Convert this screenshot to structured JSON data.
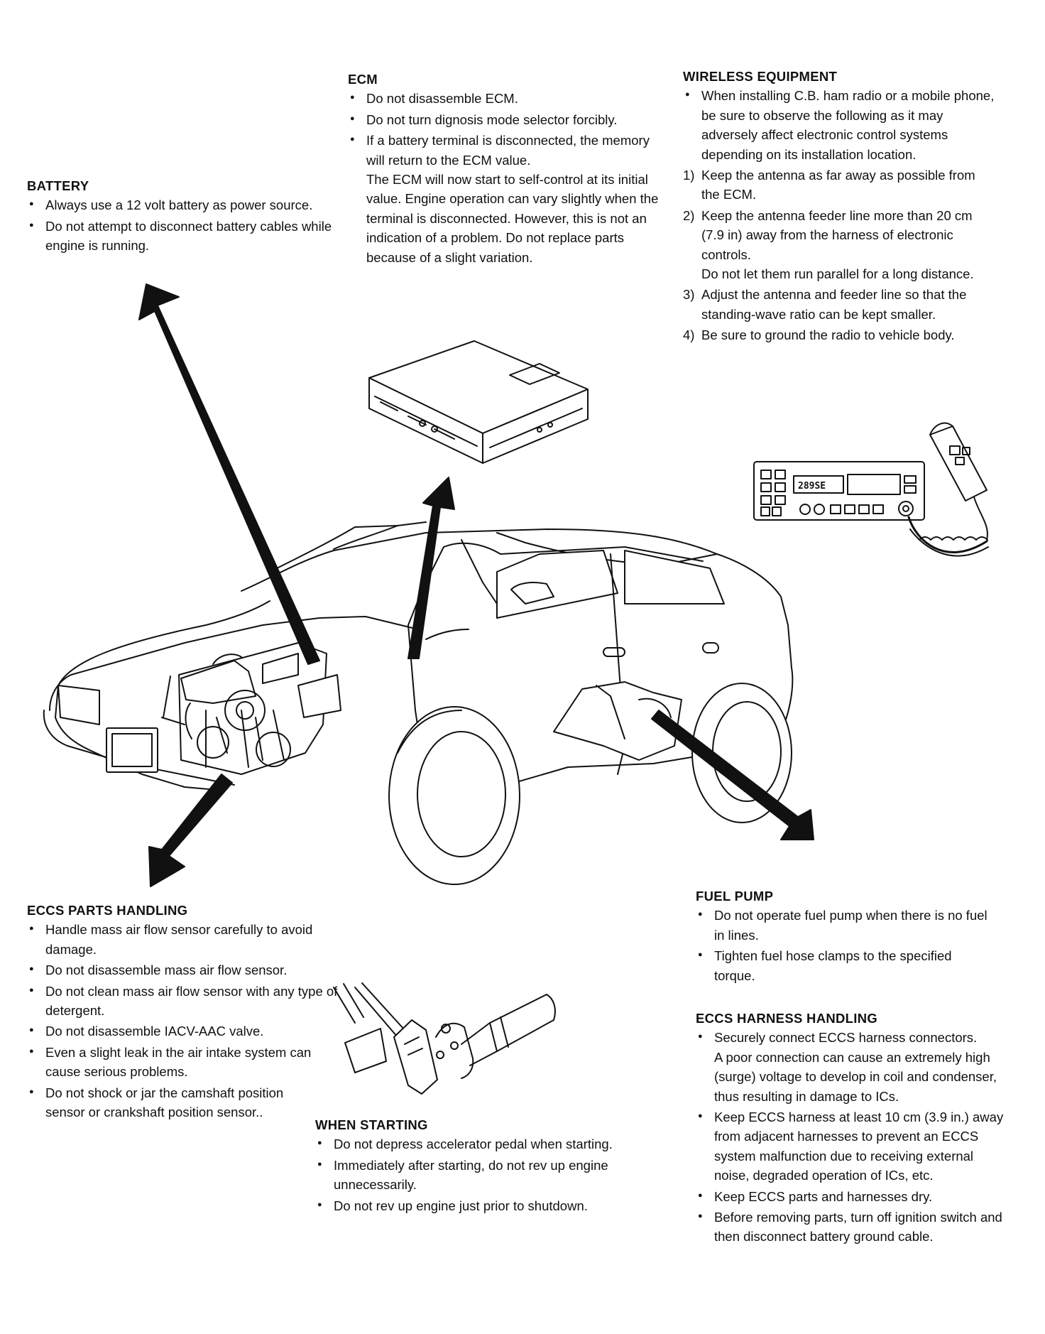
{
  "battery": {
    "title": "BATTERY",
    "items": [
      "Always use a 12 volt battery as power source.",
      "Do not attempt to disconnect battery cables while engine is running."
    ]
  },
  "ecm": {
    "title": "ECM",
    "items": [
      "Do not disassemble ECM.",
      "Do not turn dignosis mode selector forcibly.",
      "If a battery terminal is disconnected, the memory will return to the ECM value."
    ],
    "note": "The ECM will now start to self-control at its initial value. Engine operation can vary slightly when the terminal is disconnected. However, this is not an indication of a problem. Do not replace parts because of a slight variation."
  },
  "wireless": {
    "title": "WIRELESS EQUIPMENT",
    "intro": "When installing C.B. ham radio or a mobile phone, be sure to observe the following as it may adversely affect electronic control systems depending on its installation location.",
    "steps": [
      {
        "num": "1)",
        "text": "Keep the antenna as far away as possible from the ECM."
      },
      {
        "num": "2)",
        "text": "Keep the antenna feeder line more than 20 cm (7.9 in) away from the harness of electronic controls."
      },
      {
        "num": "3)",
        "text": "Adjust the antenna and feeder line so that the standing-wave ratio can be kept smaller."
      },
      {
        "num": "4)",
        "text": "Be sure to ground the radio to vehicle body."
      }
    ],
    "step2_note": "Do not let them run parallel for a long distance.",
    "radio_display": "289SE"
  },
  "eccs_parts": {
    "title": "ECCS PARTS HANDLING",
    "items": [
      "Handle mass air flow sensor carefully to avoid damage.",
      "Do not disassemble mass air flow sensor.",
      "Do not clean mass air flow sensor with any type of detergent.",
      "Do not disassemble IACV-AAC valve.",
      "Even a slight leak in the air intake system can cause serious problems.",
      "Do not shock or jar the camshaft position sensor or crankshaft position sensor.."
    ]
  },
  "fuel_pump": {
    "title": "FUEL PUMP",
    "items": [
      "Do not operate fuel pump when there is no fuel in lines.",
      "Tighten fuel hose clamps to the specified torque."
    ]
  },
  "when_starting": {
    "title": "WHEN STARTING",
    "items": [
      "Do not depress accelerator pedal when starting.",
      "Immediately after starting, do not rev up engine unnecessarily.",
      "Do not rev up engine just prior to shutdown."
    ]
  },
  "eccs_harness": {
    "title": "ECCS HARNESS HANDLING",
    "items": [
      "Securely connect ECCS harness connectors.",
      "Keep ECCS harness at least 10 cm (3.9 in.) away from adjacent harnesses to prevent an ECCS system malfunction due to receiving external noise, degraded operation of ICs, etc.",
      "Keep ECCS parts and harnesses dry.",
      "Before removing parts, turn off ignition switch and then disconnect battery ground cable."
    ],
    "note": "A poor connection can cause an extremely high (surge) voltage to develop in coil and condenser, thus resulting in damage to ICs."
  }
}
